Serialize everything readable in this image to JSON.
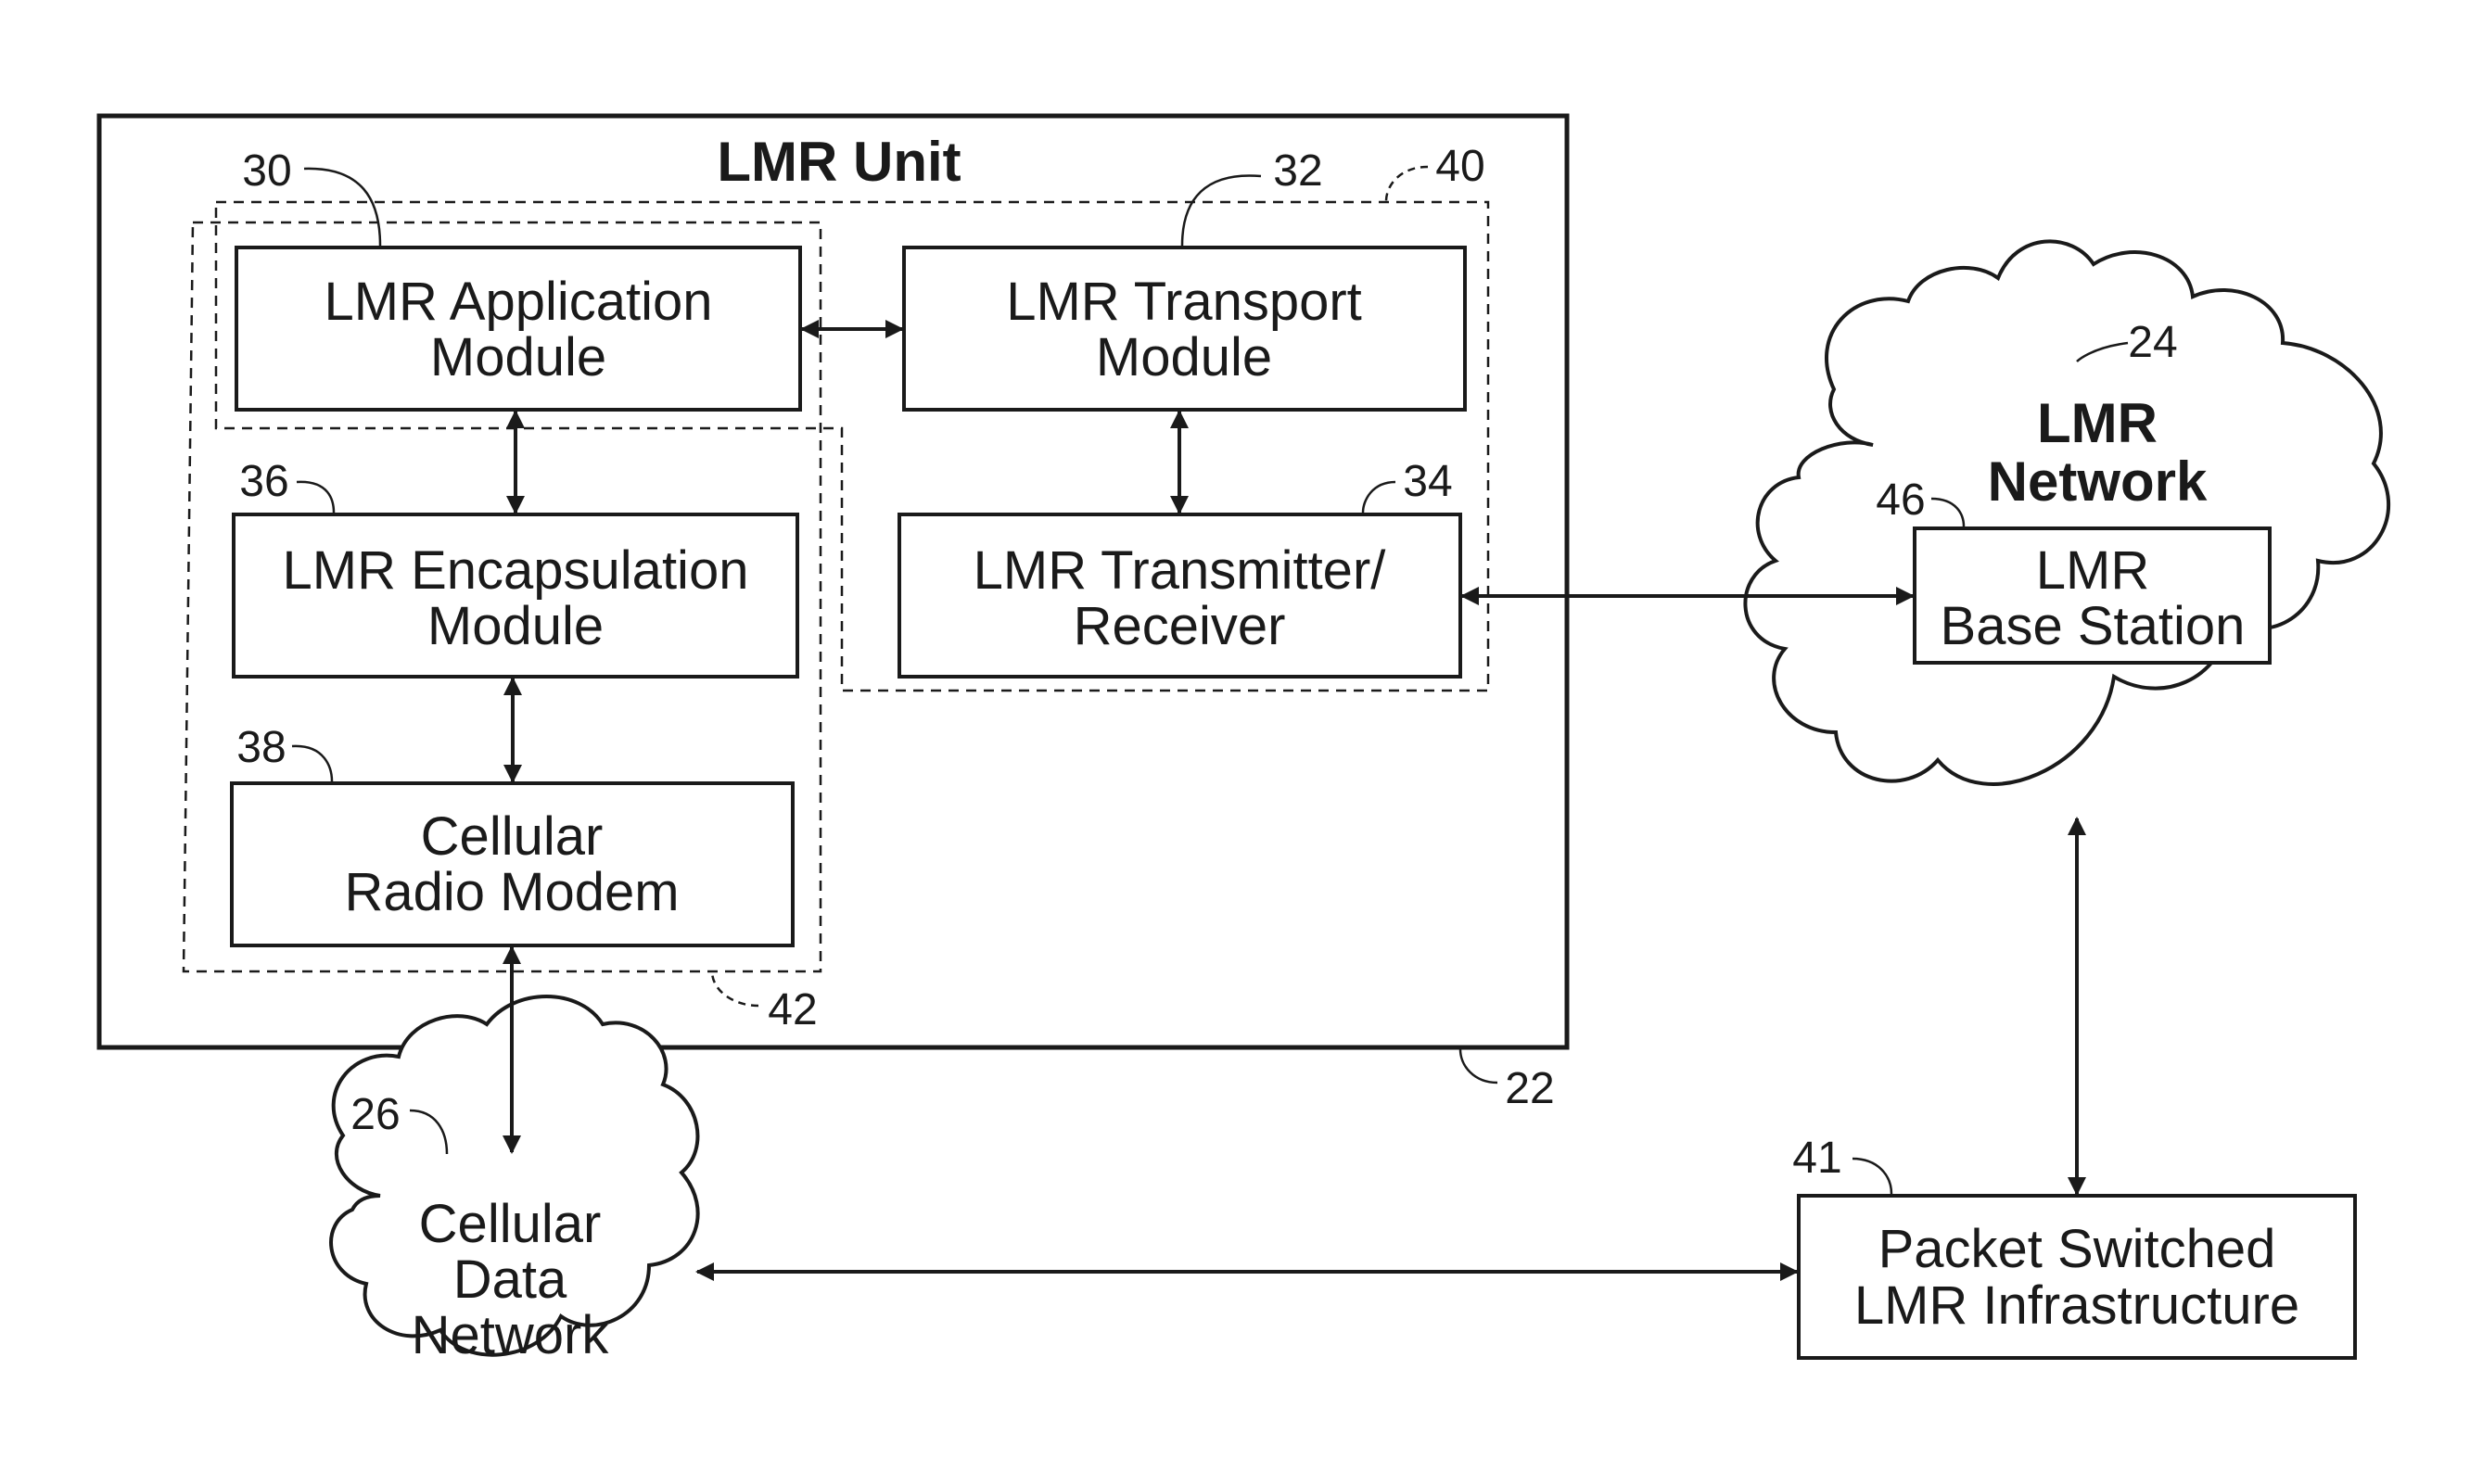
{
  "lmr_unit": {
    "title": "LMR Unit",
    "ref": "22"
  },
  "app_module": {
    "line1": "LMR Application",
    "line2": "Module",
    "ref": "30"
  },
  "transport_module": {
    "line1": "LMR Transport",
    "line2": "Module",
    "ref": "32"
  },
  "encap_module": {
    "line1": "LMR Encapsulation",
    "line2": "Module",
    "ref": "36"
  },
  "transmitter": {
    "line1": "LMR Transmitter/",
    "line2": "Receiver",
    "ref": "34"
  },
  "modem": {
    "line1": "Cellular",
    "line2": "Radio Modem",
    "ref": "38"
  },
  "group_lmr": {
    "ref": "40"
  },
  "group_cellular": {
    "ref": "42"
  },
  "lmr_network": {
    "line1": "LMR",
    "line2": "Network",
    "ref": "24"
  },
  "base_station": {
    "line1": "LMR",
    "line2": "Base Station",
    "ref": "46"
  },
  "cellular_network": {
    "line1": "Cellular",
    "line2": "Data",
    "line3": "Network",
    "ref": "26"
  },
  "infrastructure": {
    "line1": "Packet Switched",
    "line2": "LMR Infrastructure",
    "ref": "41"
  }
}
